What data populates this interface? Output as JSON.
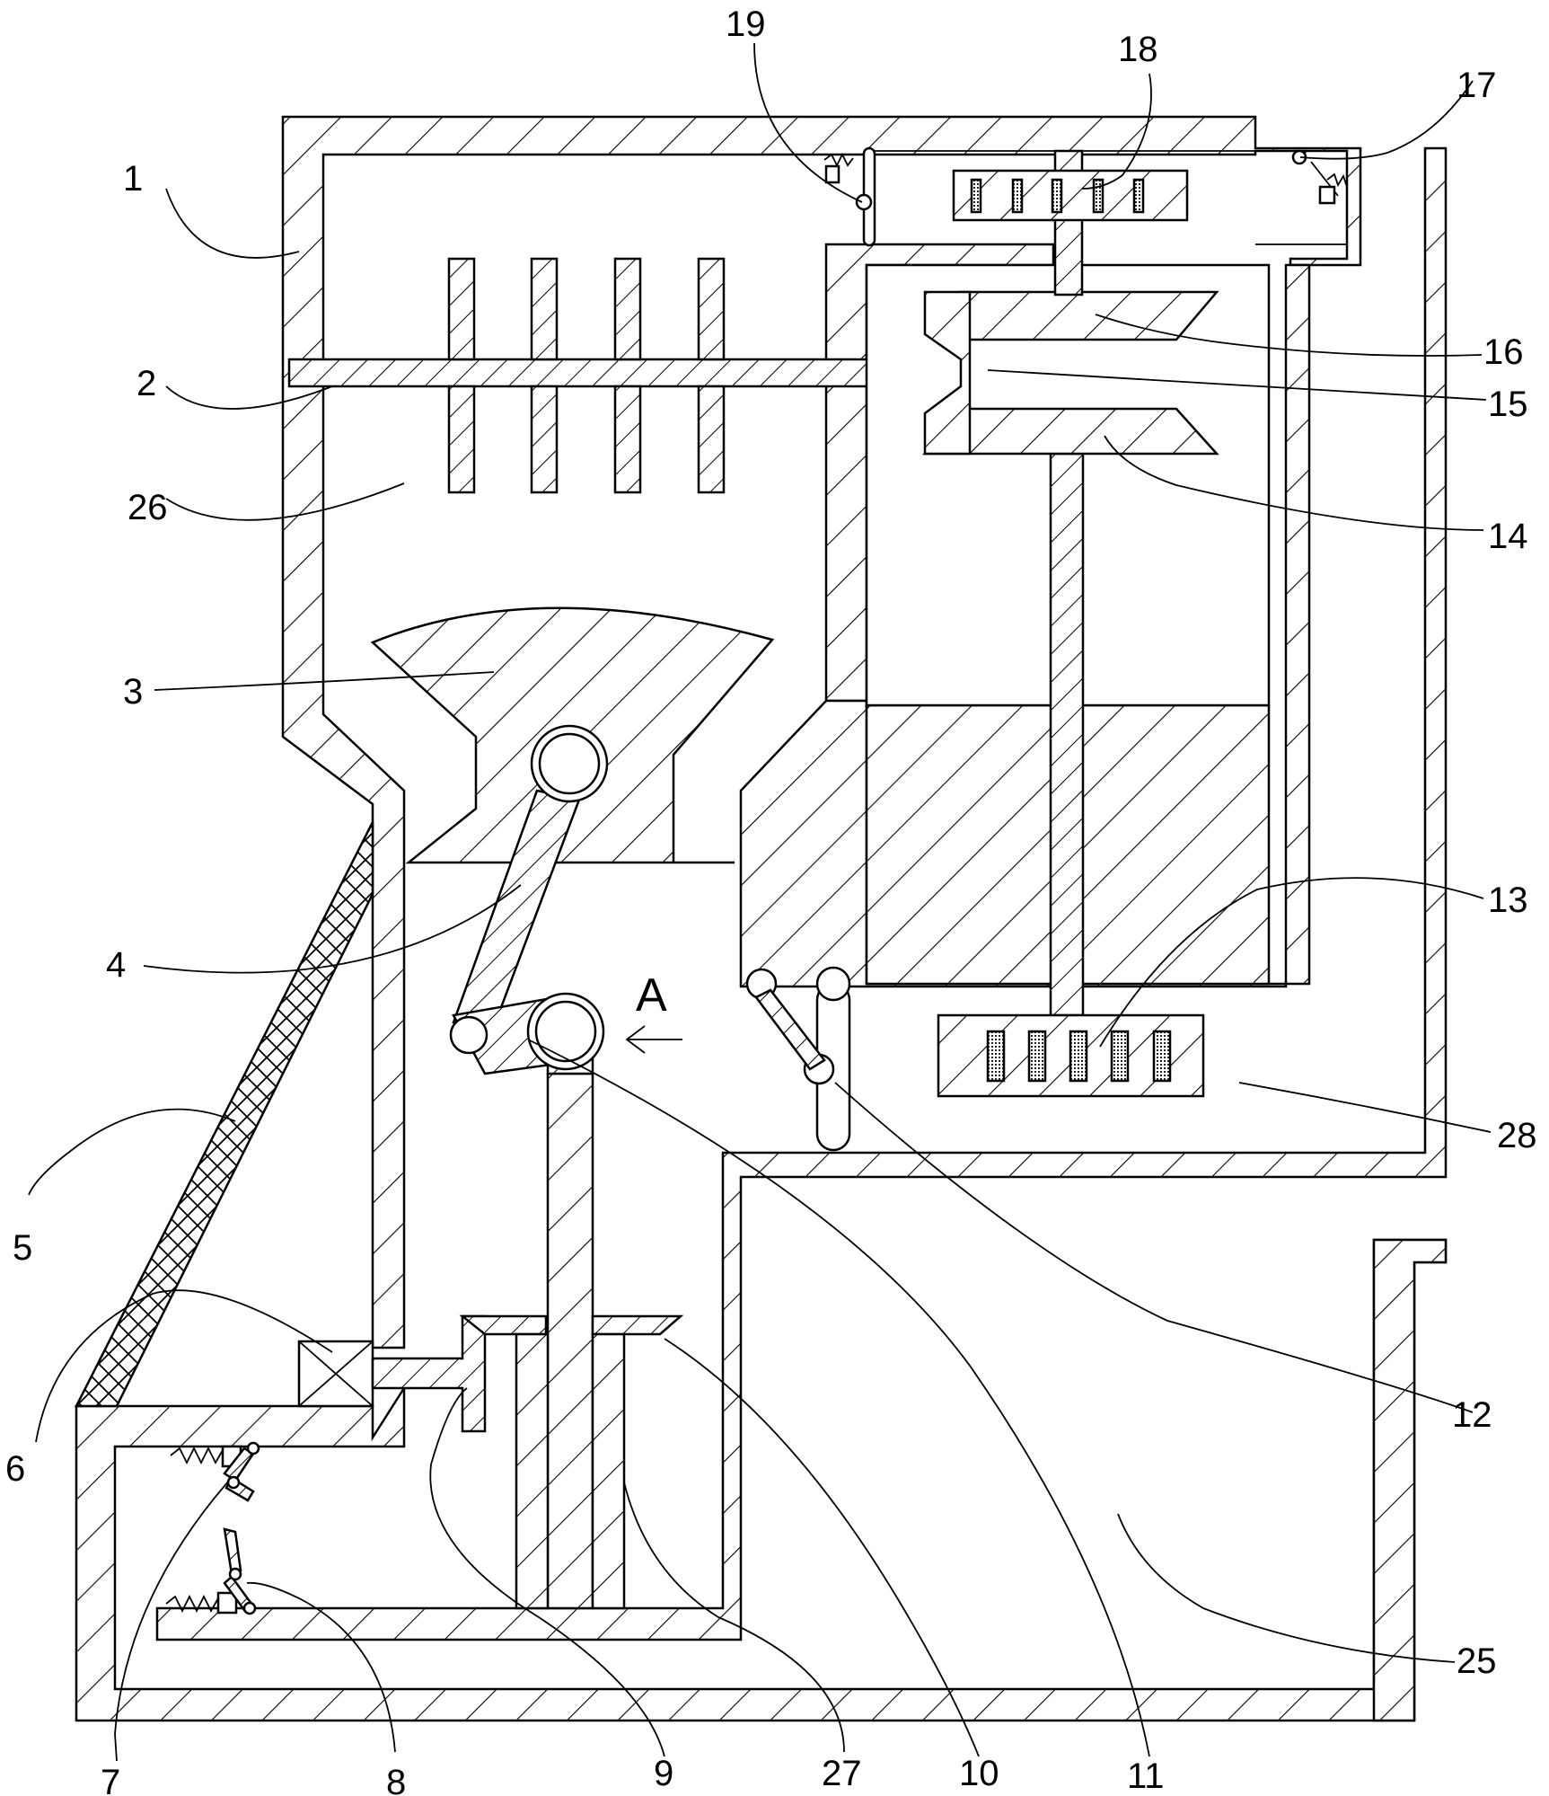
{
  "labels": {
    "l1": "1",
    "l2": "2",
    "l3": "3",
    "l4": "4",
    "l5": "5",
    "l6": "6",
    "l7": "7",
    "l8": "8",
    "l9": "9",
    "l10": "10",
    "l11": "11",
    "l12": "12",
    "l13": "13",
    "l14": "14",
    "l15": "15",
    "l16": "16",
    "l17": "17",
    "l18": "18",
    "l19": "19",
    "l25": "25",
    "l26": "26",
    "l27": "27",
    "l28": "28",
    "view": "A"
  },
  "colors": {
    "line": "#000000",
    "background": "#ffffff",
    "magnet": "#555555"
  }
}
